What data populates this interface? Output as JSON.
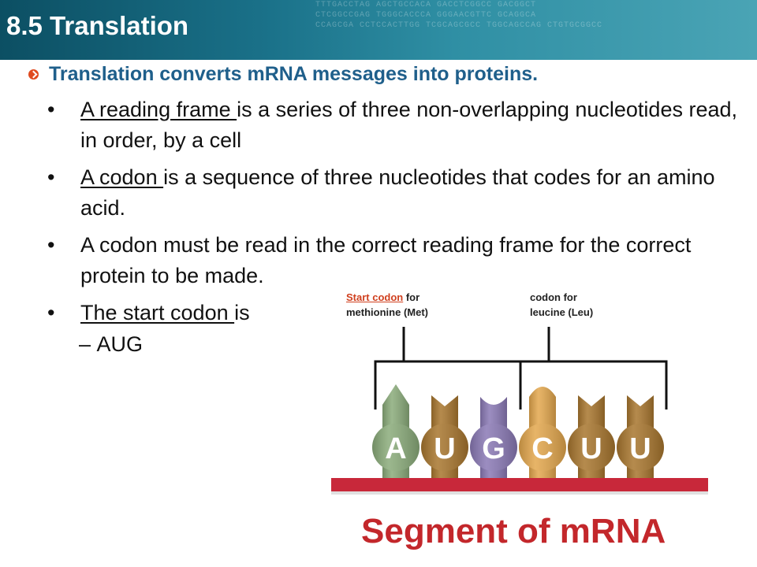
{
  "header": {
    "title": "8.5 Translation",
    "dna_text": "TTTGACCTAG AGCTGCCACA GACCTCGGCC GACGGCT\nCTCGGCCGAG TGGGCACCCA GGGAACGTTC GCAGGCA\nCCAGCGA CCTCCACTTGG TCGCAGCGCC TGGCAGCCAG CTGTGCGGCC"
  },
  "subtitle": "Translation converts mRNA messages into proteins.",
  "bullets": [
    {
      "u": "A reading frame ",
      "rest": "is a series of three non-overlapping nucleotides read, in order, by a cell"
    },
    {
      "u": "A codon ",
      "rest": "is a sequence of three nucleotides that codes for an amino acid."
    },
    {
      "u": "",
      "rest": "A codon must be read in the correct reading frame for the correct protein to be made."
    },
    {
      "u": "The start codon ",
      "rest": "is"
    }
  ],
  "sub_bullet": {
    "dash": "–",
    "text": "AUG"
  },
  "bullet_glyph": "•",
  "diagram": {
    "label1": {
      "highlight": "Start codon",
      "rest": " for",
      "line2": "methionine (Met)"
    },
    "label2": {
      "line1": "codon for",
      "line2": "leucine (Leu)"
    },
    "bases": [
      {
        "letter": "A",
        "color": "#8aab7a",
        "shape": "arrow"
      },
      {
        "letter": "U",
        "color": "#a8762e",
        "shape": "notch"
      },
      {
        "letter": "G",
        "color": "#8a79b5",
        "shape": "round"
      },
      {
        "letter": "C",
        "color": "#e3a74d",
        "shape": "dome"
      },
      {
        "letter": "U",
        "color": "#a8762e",
        "shape": "notch"
      },
      {
        "letter": "U",
        "color": "#a8762e",
        "shape": "notch"
      }
    ],
    "backbone_color": "#c8283a",
    "title": "Segment of mRNA"
  }
}
